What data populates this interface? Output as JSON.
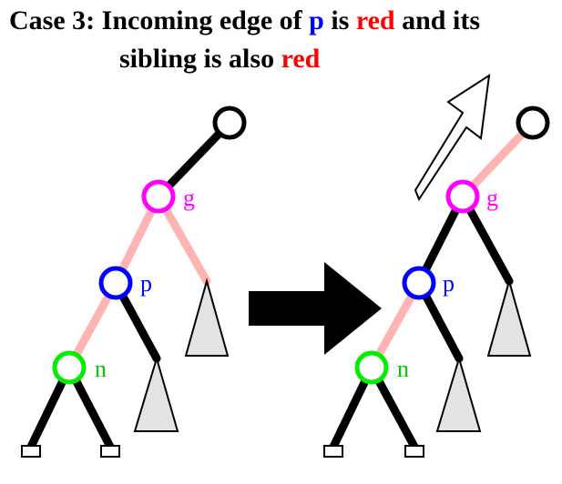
{
  "title": {
    "line1": {
      "prefix": "Case 3: Incoming edge of ",
      "p": "p",
      "middle": " is ",
      "red": "red",
      "suffix": " and its"
    },
    "line2": {
      "prefix": "sibling is also ",
      "red": "red"
    }
  },
  "labels": {
    "g": "g",
    "p": "p",
    "n": "n"
  },
  "colors": {
    "red_edge": "#ffb3b3",
    "black_edge": "#000000",
    "g_node": "#ff00ff",
    "p_node": "#0000ff",
    "n_node": "#00ee00",
    "subtree_fill": "#e3e3e3",
    "title_blue": "#0000ff",
    "title_red": "#ff0000"
  }
}
